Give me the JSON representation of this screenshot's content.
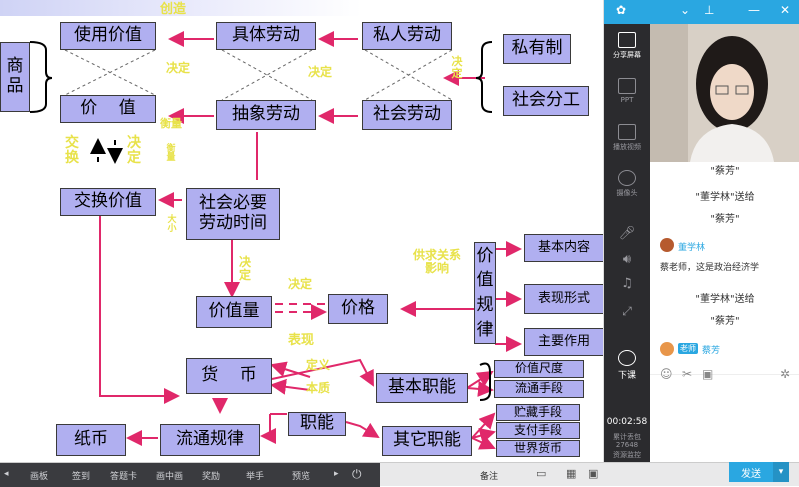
{
  "slide": {
    "boxes": {
      "commodity": "商品",
      "use_value": "使用价值",
      "value": "价    值",
      "concrete_labor": "具体劳动",
      "abstract_labor": "抽象劳动",
      "private_labor": "私人劳动",
      "social_labor": "社会劳动",
      "private_ownership": "私有制",
      "social_division": "社会分工",
      "exchange_value": "交换价值",
      "socially_necessary_time": "社会必要劳动时间",
      "value_quantity": "价值量",
      "price": "价格",
      "law_of_value": "价值规律",
      "basic_content": "基本内容",
      "form_of_expression": "表现形式",
      "main_function": "主要作用",
      "currency": "货    币",
      "functions": "职能",
      "basic_functions": "基本职能",
      "other_functions": "其它职能",
      "value_measure": "价值尺度",
      "circulation_means": "流通手段",
      "storage_means": "贮藏手段",
      "payment_means": "支付手段",
      "world_currency": "世界货币",
      "circulation_law": "流通规律",
      "paper_money": "纸币"
    },
    "annotations": {
      "create": "创造",
      "decide1": "决定",
      "decide2": "决定",
      "decide3": "决定",
      "decide4": "决定",
      "decide5": "决定",
      "decide6": "决定",
      "measure": "衡量",
      "exchange": "交换",
      "size": "大小",
      "supply_demand": "供求关系影响",
      "express": "表现",
      "definition": "定义",
      "essence": "本质"
    }
  },
  "panel": {
    "share_screen": "分享屏幕",
    "ppt": "PPT",
    "play_video": "播放视频",
    "camera": "摄像头",
    "end_class": "下课",
    "timer": "00:02:58",
    "stats_l1": "累计丢包",
    "stats_l2": "27648",
    "stats_l3": "资源监控",
    "chat": {
      "m1": "\"蔡芳\"",
      "m2": "\"董学林\"送给",
      "m3": "\"蔡芳\"",
      "user1": "董学林",
      "msg1": "蔡老师，这是政治经济学",
      "m4": "\"董学林\"送给",
      "m5": "\"蔡芳\"",
      "teacher_badge": "老师",
      "user2": "蔡芳"
    },
    "send": "发送"
  },
  "taskbar": {
    "items": [
      "画板",
      "签到",
      "答题卡",
      "画中画",
      "奖励",
      "举手",
      "预览"
    ],
    "notes": "备注"
  },
  "colors": {
    "box_fill": "#b0aff0",
    "arrow": "#e0286a",
    "annotation": "#e8e24a",
    "accent": "#2aa7e1"
  }
}
